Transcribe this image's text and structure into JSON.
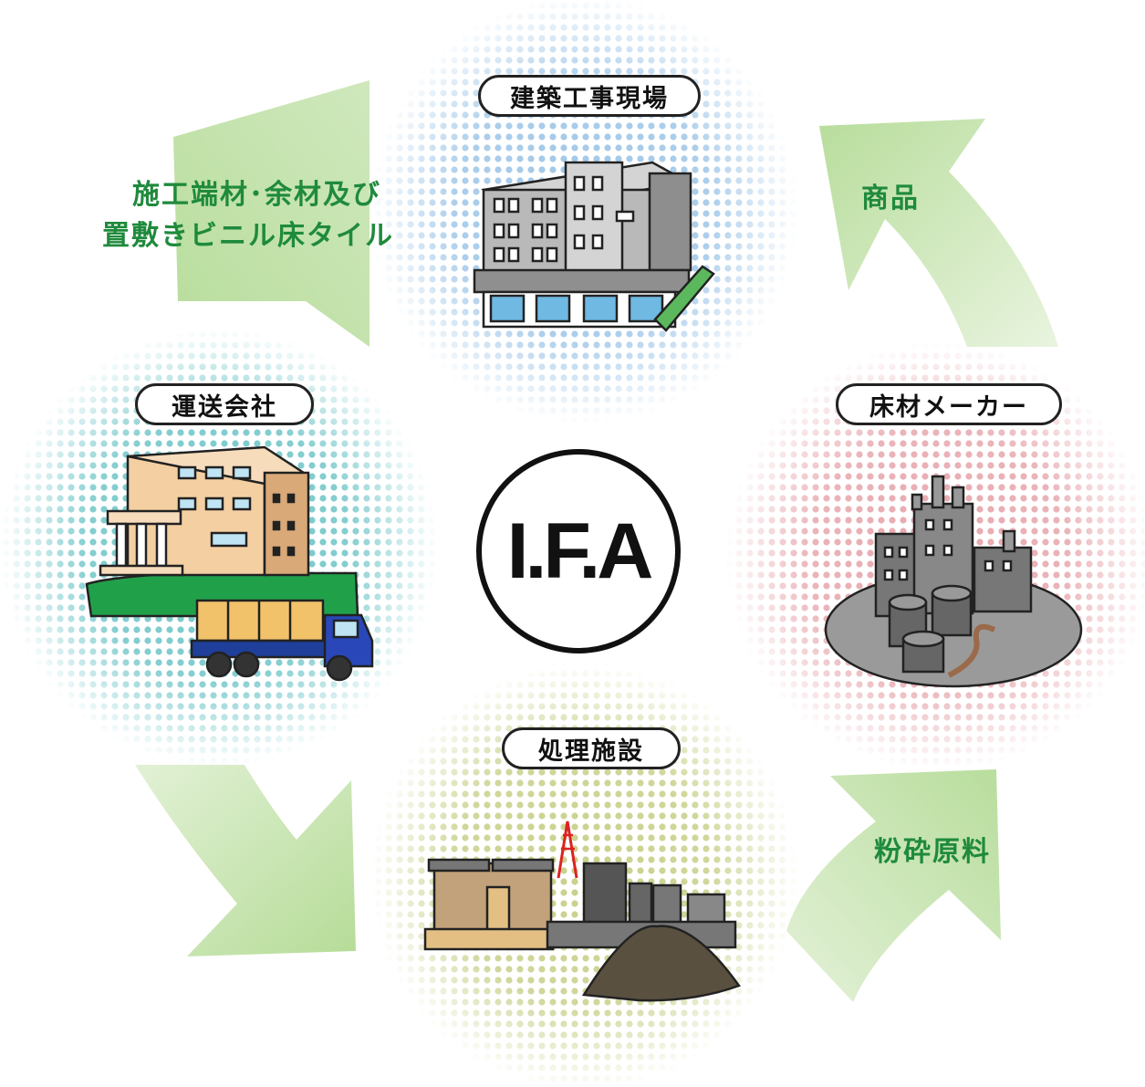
{
  "nodes": {
    "construction_site": "建築工事現場",
    "transport_company": "運送会社",
    "flooring_maker": "床材メーカー",
    "processing_facility": "処理施設"
  },
  "center_label": "I.F.A",
  "flows": {
    "offcuts_line1": "施工端材･余材及び",
    "offcuts_line2": "置敷きビニル床タイル",
    "products": "商品",
    "crushed_material": "粉砕原料"
  },
  "colors": {
    "arrow_green": "#c9e6b6",
    "label_green": "#1f8a3c",
    "halo_blue": "#9ec6e8",
    "halo_teal": "#6fc5c8",
    "halo_pink": "#e7a7ad",
    "halo_olive": "#c9d08a"
  }
}
